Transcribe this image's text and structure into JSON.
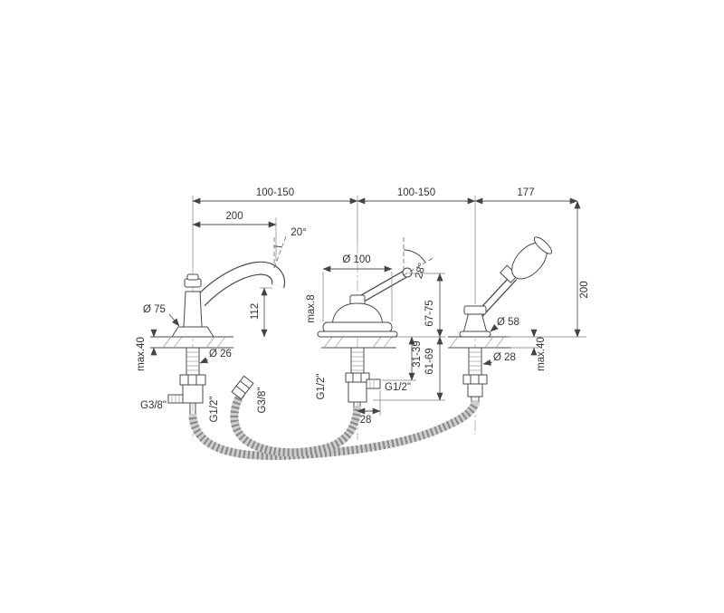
{
  "drawing": {
    "type": "technical-dimension-drawing",
    "subject": "deck-mounted bath mixer with spout and hand shower",
    "line_color": "#4a4a4a",
    "dims": {
      "span_left": "100-150",
      "span_mid": "100-150",
      "span_right": "177",
      "spout_reach": "200",
      "spout_angle": "20°",
      "spout_base_dia": "Ø 75",
      "spout_height": "112",
      "spout_shank_dia": "Ø 26",
      "left_deck_max": "max.40",
      "left_inlet": "G3/8\"",
      "left_riser": "G1/2\"",
      "hose_conn": "G3/8\"",
      "rosette_dia": "Ø 100",
      "mixer_max": "max.8",
      "handle_angle": "28°",
      "handle_height": "67-75",
      "body_depth_a": "31-39",
      "body_depth_b": "61-69",
      "mixer_riser": "G1/2\"",
      "mixer_outlet": "G1/2\"",
      "outlet_offset": "28",
      "holder_dia": "Ø 58",
      "holder_shank_dia": "Ø 28",
      "right_deck_max": "max.40",
      "shower_height": "200"
    }
  }
}
